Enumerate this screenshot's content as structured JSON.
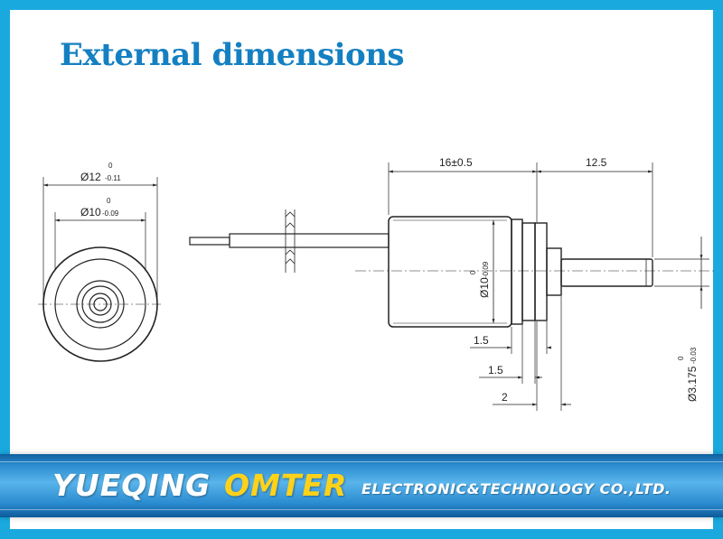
{
  "page": {
    "title": "External dimensions"
  },
  "drawing": {
    "front_view": {
      "outer_diameter_label": "Ø12",
      "outer_tol_upper": "0",
      "outer_tol_lower": "-0.11",
      "inner_diameter_label": "Ø10",
      "inner_tol_upper": "0",
      "inner_tol_lower": "-0.09"
    },
    "side_view": {
      "body_length": "16±0.5",
      "shaft_length": "12.5",
      "body_diameter_label": "Ø10",
      "body_tol_upper": "0",
      "body_tol_lower": "-0.09",
      "shaft_diameter_label": "Ø3.175",
      "shaft_tol_upper": "0",
      "shaft_tol_lower": "-0.03",
      "dim_a": "1.5",
      "dim_b": "1.5",
      "dim_c": "2"
    }
  },
  "footer": {
    "brand_1": "YUEQING",
    "brand_2": "OMTER",
    "brand_3": "ELECTRONIC&TECHNOLOGY CO.,LTD.",
    "brand_1_color": "#ffffff",
    "brand_2_color": "#ffd21a",
    "banner_color": "#2b8dd0"
  }
}
